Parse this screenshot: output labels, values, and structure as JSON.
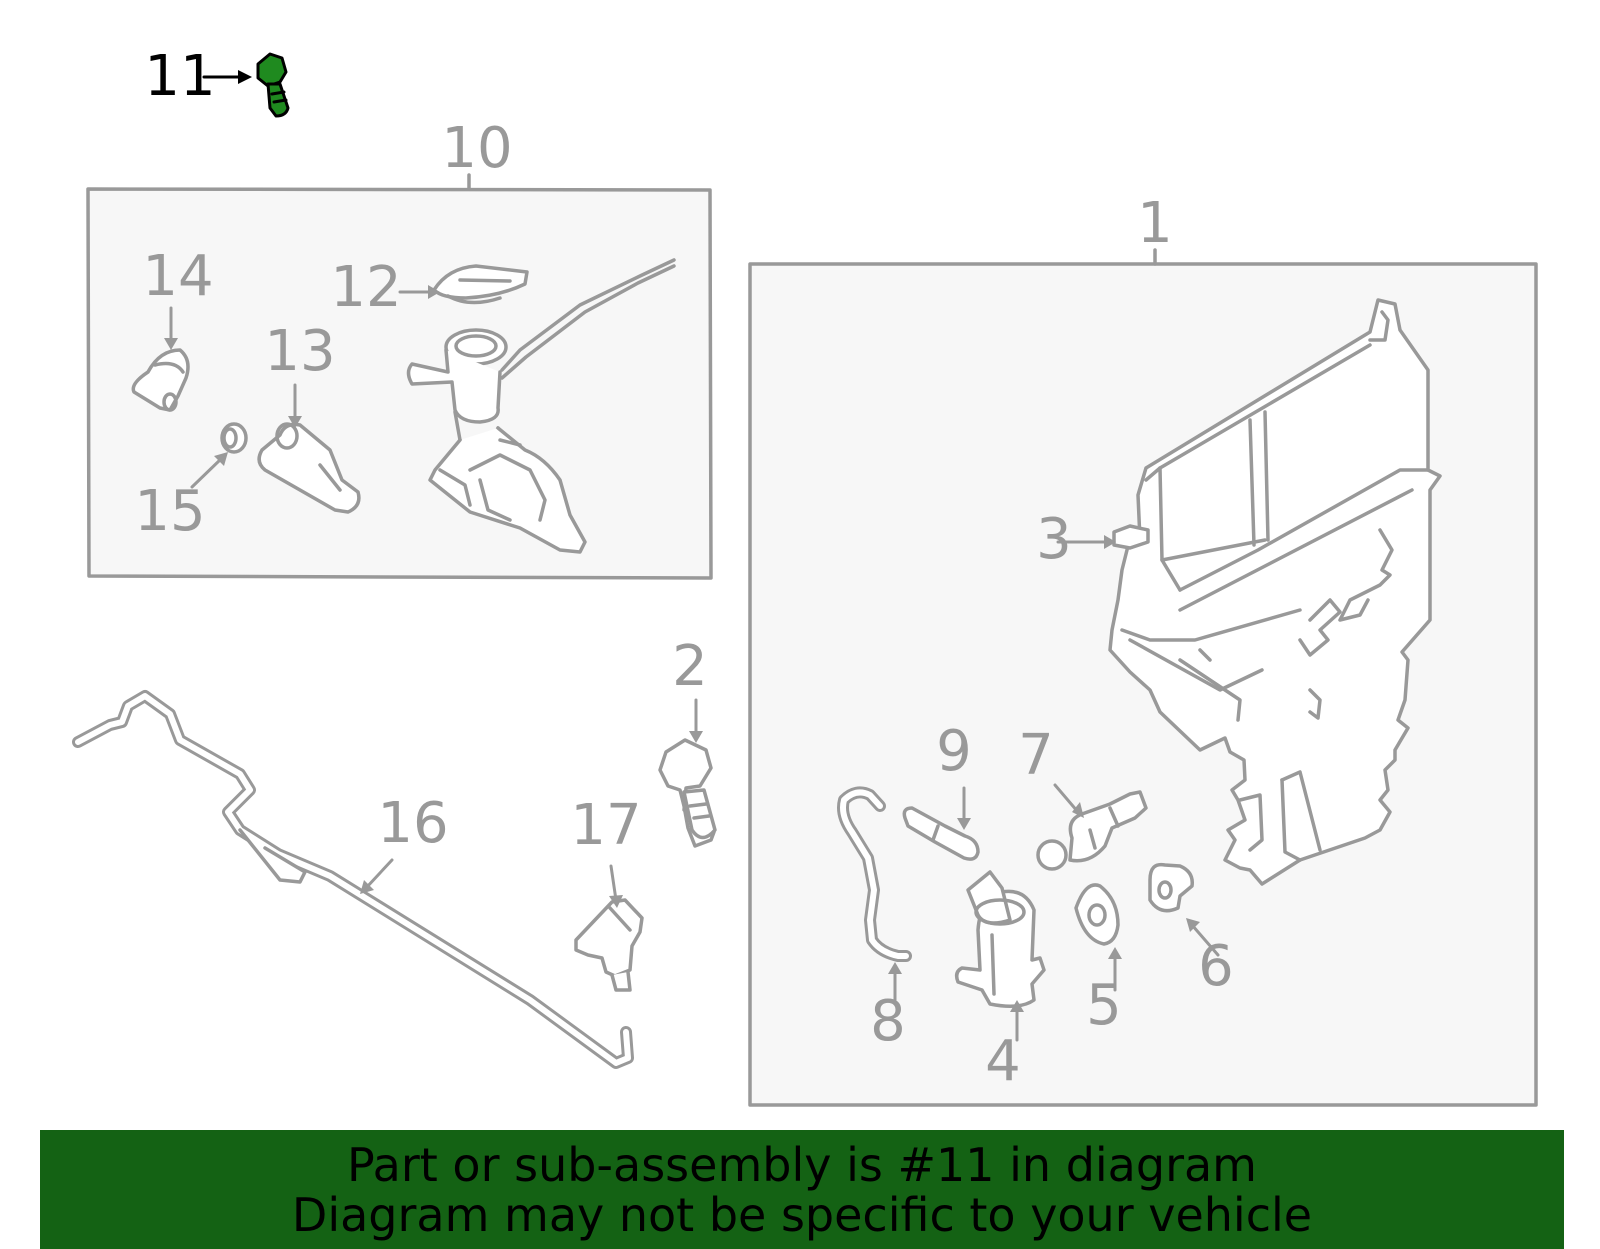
{
  "callouts": {
    "c1": "1",
    "c2": "2",
    "c3": "3",
    "c4": "4",
    "c5": "5",
    "c6": "6",
    "c7": "7",
    "c8": "8",
    "c9": "9",
    "c10": "10",
    "c11": "11",
    "c12": "12",
    "c13": "13",
    "c14": "14",
    "c15": "15",
    "c16": "16",
    "c17": "17"
  },
  "highlight": {
    "part": "11",
    "color": "#146214",
    "icon": "bolt-icon"
  },
  "banner": {
    "line1": "Part or sub-assembly is #11 in diagram",
    "line2": "Diagram may not be specific to your vehicle"
  },
  "colors": {
    "line": "#999999",
    "box_fill": "#f7f7f7",
    "label": "#999999",
    "banner": "#146214"
  }
}
